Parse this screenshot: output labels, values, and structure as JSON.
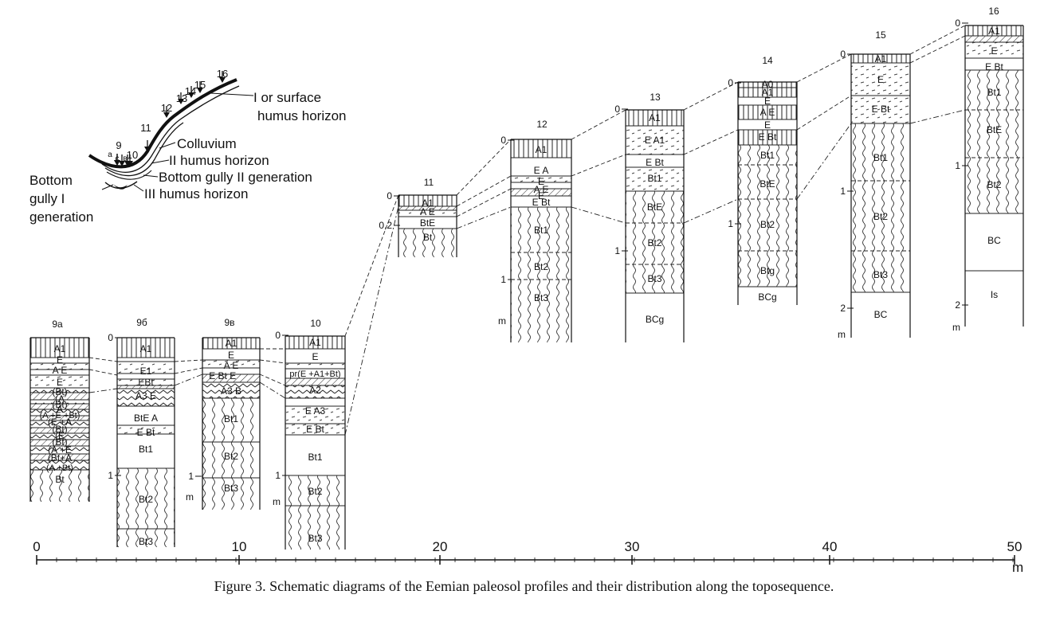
{
  "caption": "Figure 3. Schematic diagrams of the Eemian paleosol profiles and their distribution along the toposequence.",
  "x_axis": {
    "ticks": [
      "0",
      "10",
      "20",
      "30",
      "40",
      "50"
    ],
    "unit": "m"
  },
  "inset": {
    "labels": {
      "surface_humus": [
        "I or surface",
        "humus horizon"
      ],
      "colluvium": "Colluvium",
      "humus_II": "II humus horizon",
      "gully_II": "Bottom gully II generation",
      "humus_III": "III humus horizon",
      "gully_I": [
        "Bottom",
        "gully I",
        "generation"
      ]
    },
    "profile_markers": [
      "9",
      "a",
      "c",
      "в",
      "10",
      "11",
      "12",
      "13",
      "14",
      "15",
      "16"
    ]
  },
  "profiles": [
    {
      "id": "9a",
      "scale": [],
      "horizons": [
        "A1",
        "E",
        "A E",
        "E",
        "(Bt)",
        "(A",
        "(Bt)",
        "A",
        "(A +E +Bt)",
        "(E +A",
        "(Bt)",
        "(E",
        "(Bt)",
        "(A +E",
        "(Bt+A",
        "(A +Bt)",
        "Bt"
      ]
    },
    {
      "id": "9б",
      "scale": [
        "0",
        "1"
      ],
      "horizons": [
        "A1",
        "E1",
        "EBt",
        "A3 E",
        "BtE A",
        "E Bt",
        "Bt1",
        "Bt2",
        "Bt3"
      ]
    },
    {
      "id": "9в",
      "scale": [
        "1",
        "m"
      ],
      "horizons": [
        "A1",
        "E",
        "A E",
        "E Bt E",
        "A3 B",
        "Bt1",
        "Bt2",
        "Bt3"
      ]
    },
    {
      "id": "10",
      "scale": [
        "0",
        "1",
        "m"
      ],
      "horizons": [
        "A1",
        "E",
        "pr(E +A1+Bt)",
        "A2",
        "E A3",
        "E Bt",
        "Bt1",
        "Bt2",
        "Bt3"
      ]
    },
    {
      "id": "11",
      "scale": [
        "0",
        "0,2"
      ],
      "horizons": [
        "A1",
        "A E",
        "BtE",
        "Bt"
      ]
    },
    {
      "id": "12",
      "scale": [
        "0",
        "1",
        "m"
      ],
      "horizons": [
        "A1",
        "E A",
        "E",
        "A E",
        "E",
        "E Bt",
        "Bt1",
        "Bt2",
        "Bt3"
      ]
    },
    {
      "id": "13",
      "scale": [
        "0",
        "1"
      ],
      "horizons": [
        "A1",
        "E A1",
        "E Bt",
        "Bt1",
        "BtE",
        "Bt2",
        "Bt3",
        "BCg"
      ]
    },
    {
      "id": "14",
      "scale": [
        "0",
        "1"
      ],
      "horizons": [
        "A0",
        "A1",
        "E",
        "A E",
        "E",
        "E Bt",
        "Bt1",
        "BtE",
        "Bt2",
        "Btg",
        "BCg"
      ]
    },
    {
      "id": "15",
      "scale": [
        "0",
        "1",
        "2",
        "m"
      ],
      "horizons": [
        "A1",
        "E",
        "E Bt",
        "Bt1",
        "Bt2",
        "Bt3",
        "BC"
      ]
    },
    {
      "id": "16",
      "scale": [
        "0",
        "1",
        "2",
        "m"
      ],
      "horizons": [
        "A1",
        "E",
        "E Bt",
        "Bt1",
        "BtE",
        "Bt2",
        "BC",
        "Is"
      ]
    }
  ]
}
